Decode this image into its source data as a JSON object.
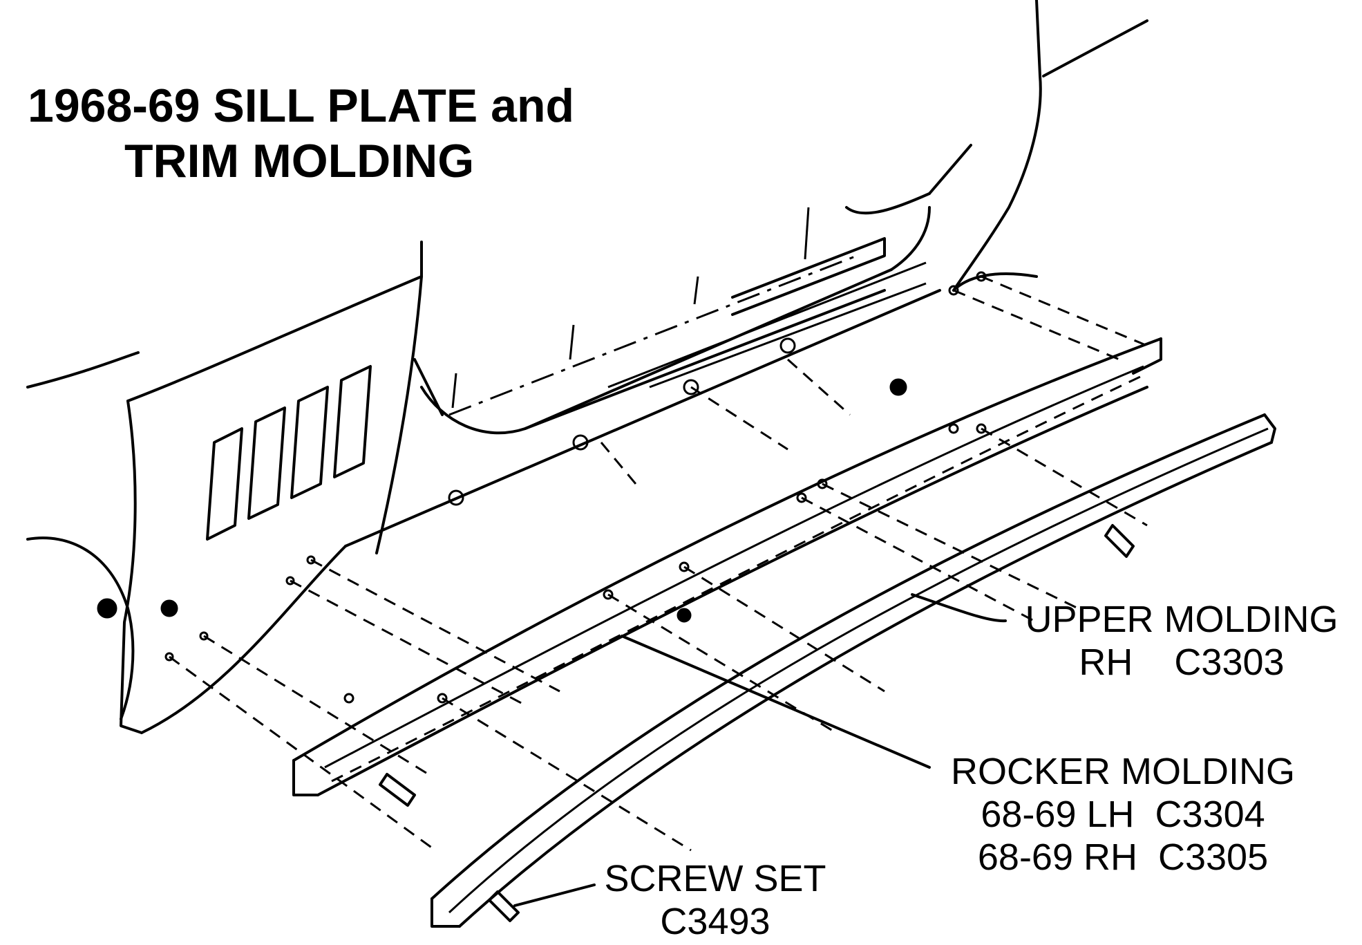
{
  "title": {
    "line1": "1968-69 SILL PLATE and",
    "line2": "TRIM MOLDING"
  },
  "callouts": {
    "upper_molding": {
      "line1": "UPPER MOLDING",
      "line2": "RH    C3303"
    },
    "rocker_molding": {
      "line1": "ROCKER MOLDING",
      "line2": "68-69 LH  C3304",
      "line3": "68-69 RH  C3305"
    },
    "screw_set": {
      "line1": "SCREW SET",
      "line2": "C3493"
    }
  }
}
